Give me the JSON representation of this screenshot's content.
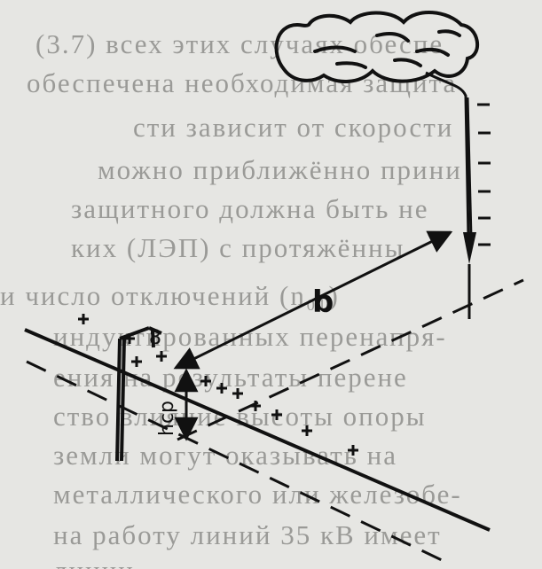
{
  "labels": {
    "distance": "b",
    "height": "hср",
    "angle_marker": "8"
  },
  "background_text": [
    "(3.7)  всех этих случаях обеспе",
    "обеспечена необходимая защита",
    "сти зависит от скорости",
    "можно приближённо прини",
    "защитного должна быть не",
    "ких (ЛЭП) с протяжённы",
    "и число отключений (n₀₁)",
    "индуктированных перенапря-",
    "ения на результаты перене",
    "ство влияние высоты опоры",
    "земли могут оказывать на",
    "металлического или железобе-",
    "на работу линий 35 кВ имеет",
    "линии..."
  ],
  "colors": {
    "ink": "#111111",
    "paper": "#e6e6e3",
    "ghost": "#9a9a97"
  }
}
